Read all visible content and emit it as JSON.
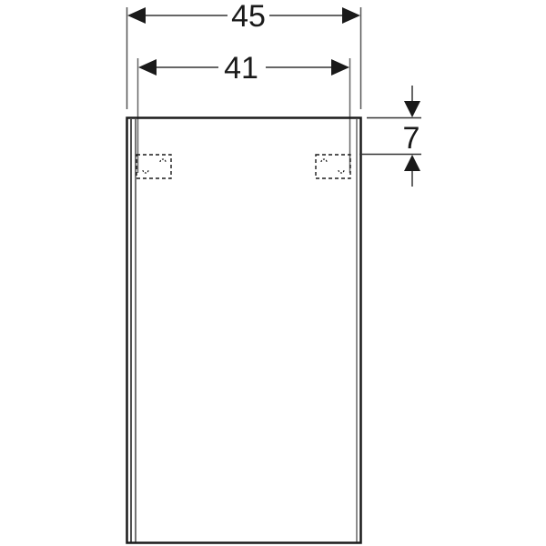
{
  "drawing": {
    "type": "technical dimension drawing",
    "subject": "wall cabinet front view",
    "units": "cm",
    "colors": {
      "line": "#1a1a1a",
      "extension": "#555555",
      "background": "#ffffff"
    }
  },
  "dimensions": {
    "overall_width": {
      "label": "45"
    },
    "mounting_width": {
      "label": "41"
    },
    "mounting_offset_top": {
      "label": "7"
    }
  },
  "features": {
    "mounting_brackets": [
      {
        "position": "top-left",
        "style": "dashed"
      },
      {
        "position": "top-right",
        "style": "dashed"
      }
    ]
  }
}
